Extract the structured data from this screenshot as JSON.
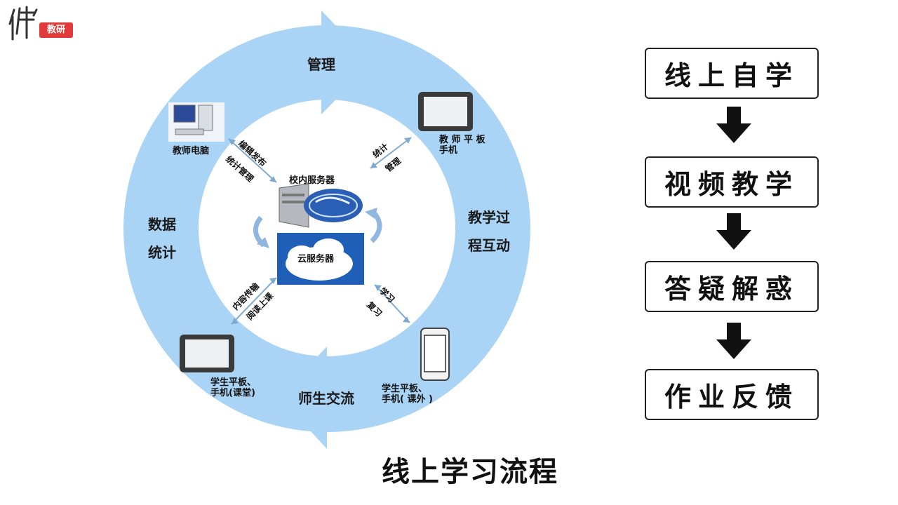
{
  "logo": {
    "text": "教研"
  },
  "cycle": {
    "ring_color": "#a9d4f5",
    "segments": {
      "top": "管理",
      "right_line1": "教学过",
      "right_line2": "程互动",
      "bottom": "师生交流",
      "left_line1": "数据",
      "left_line2": "统计"
    }
  },
  "devices": {
    "teacher_pc": "教师电脑",
    "teacher_tablet_line1": "教 师 平 板",
    "teacher_tablet_line2": "手机",
    "student_tablet_line1": "学生平板、",
    "student_tablet_line2": "手机(课堂)",
    "student_phone_line1": "学生平板、",
    "student_phone_line2": "手机( 课外 )"
  },
  "servers": {
    "school": "校内服务器",
    "cloud": "云服务器"
  },
  "links": {
    "top_left_a": "编辑发布",
    "top_left_b": "统计管理",
    "top_right_a": "统计",
    "top_right_b": "管理",
    "bottom_left_a": "内容传输",
    "bottom_left_b": "阅读上课",
    "bottom_right_a": "学习",
    "bottom_right_b": "复习"
  },
  "title": "线上学习流程",
  "flow_steps": [
    "线上自学",
    "视频教学",
    "答疑解惑",
    "作业反馈"
  ]
}
